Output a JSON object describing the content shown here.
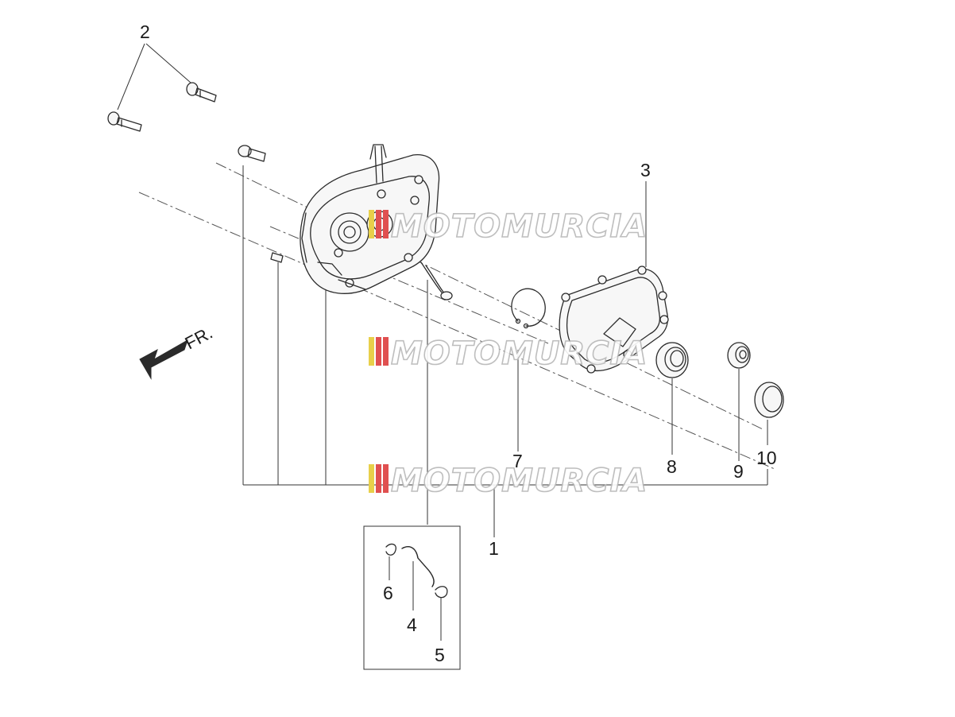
{
  "diagram": {
    "direction_label": "FR.",
    "watermark": "MOTOMURCIA",
    "callouts": [
      "1",
      "2",
      "3",
      "4",
      "5",
      "6",
      "7",
      "8",
      "9",
      "10"
    ],
    "colors": {
      "ink": "#2b2b2b",
      "watermark_outline": "#b8b8b8",
      "stripe_red": "#e05050",
      "stripe_yellow": "#e8d04a"
    }
  }
}
